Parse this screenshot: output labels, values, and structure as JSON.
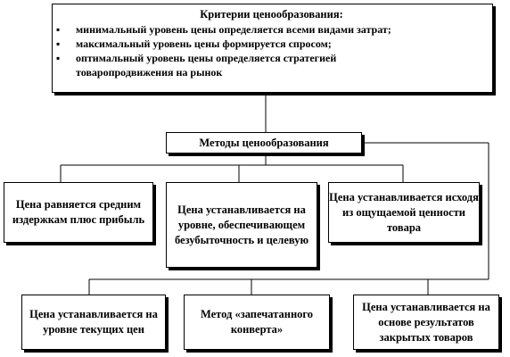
{
  "criteria": {
    "title": "Критерии ценообразования:",
    "items": [
      "минимальный уровень цены определяется всеми видами затрат;",
      "максимальный уровень цены формируется спросом;",
      "оптимальный уровень цены определяется стратегией",
      "товаропродвижения на рынок"
    ]
  },
  "methods": {
    "title": "Методы ценообразования",
    "row1": [
      "Цена равняется средним издержкам плюс прибыль",
      "Цена устанавливается на уровне, обеспечивающем безубыточность и целевую",
      "Цена устанавливается исходя из ощущаемой ценности товара"
    ],
    "row2": [
      "Цена устанавливается на уровне текущих цен",
      "Метод «запечатанного конверта»",
      "Цена устанавливается на основе результатов закрытых товаров"
    ]
  }
}
